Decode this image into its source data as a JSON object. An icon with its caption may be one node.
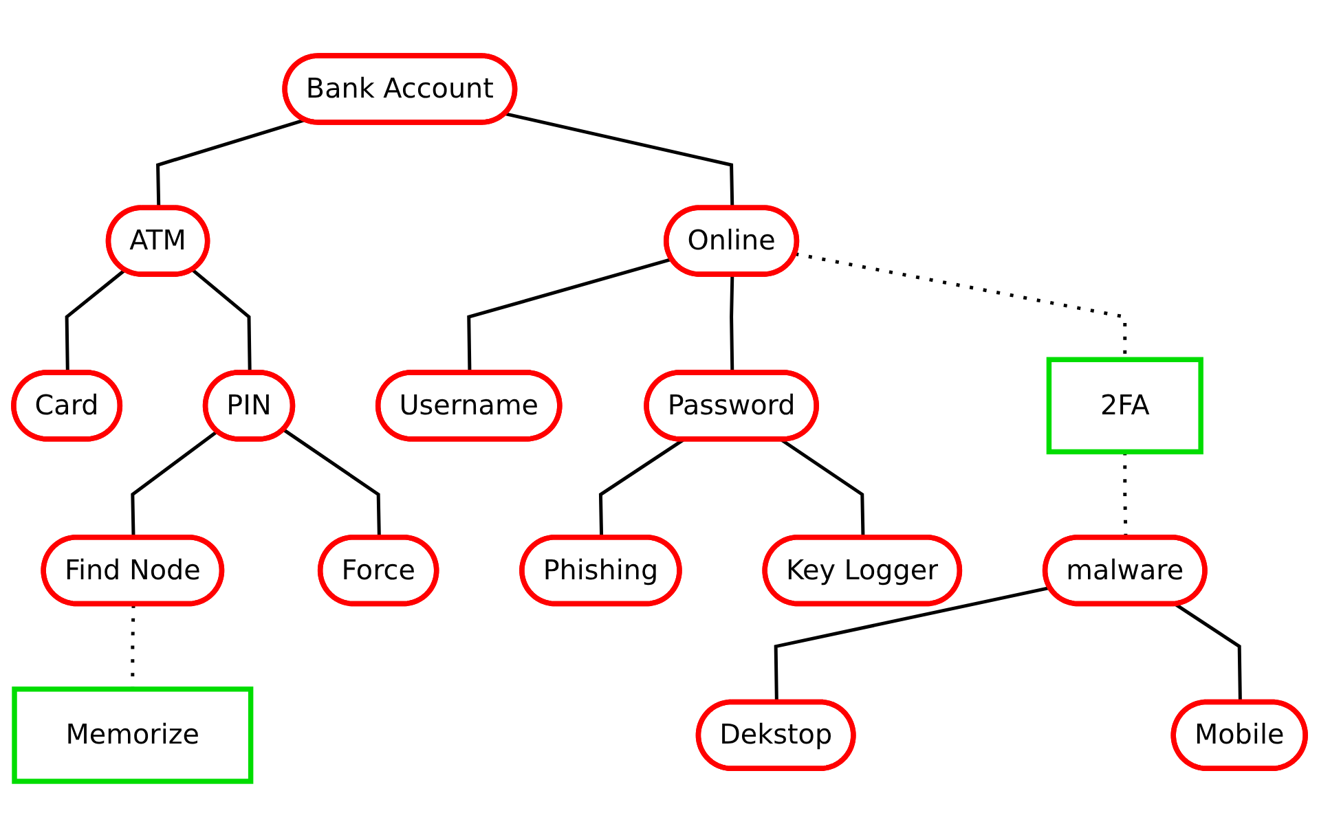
{
  "diagram": {
    "nodes": [
      {
        "text": [
          "Bank Account"
        ]
      },
      {
        "text": [
          "ATM"
        ]
      },
      {
        "text": [
          "Online"
        ]
      },
      {
        "text": [
          "Card"
        ]
      },
      {
        "text": [
          "PIN"
        ]
      },
      {
        "text": [
          "Username"
        ]
      },
      {
        "text": [
          "Password"
        ]
      },
      {
        "text": [
          "2FA"
        ]
      },
      {
        "text": [
          "Find Node"
        ]
      },
      {
        "text": [
          "Force"
        ]
      },
      {
        "text": [
          "Phishing"
        ]
      },
      {
        "text": [
          "Key Logger"
        ]
      },
      {
        "text": [
          "malware"
        ]
      },
      {
        "text": [
          "Memorize"
        ]
      },
      {
        "text": [
          "Dekstop"
        ]
      },
      {
        "text": [
          "Mobile"
        ]
      }
    ],
    "edges": [
      {
        "from": 0,
        "to": 1,
        "arrow": "none"
      },
      {
        "from": 0,
        "to": 2,
        "arrow": "none"
      },
      {
        "from": 1,
        "to": 3,
        "arrow": "none"
      },
      {
        "from": 1,
        "to": 4,
        "arrow": "none"
      },
      {
        "from": 2,
        "to": 5,
        "arrow": "none"
      },
      {
        "from": 2,
        "to": 6,
        "arrow": "none"
      },
      {
        "from": 2,
        "to": 7,
        "arrow": "none",
        "style": "dashed"
      },
      {
        "from": 4,
        "to": 8,
        "arrow": "none"
      },
      {
        "from": 4,
        "to": 9,
        "arrow": "none"
      },
      {
        "from": 6,
        "to": 10,
        "arrow": "none"
      },
      {
        "from": 6,
        "to": 11,
        "arrow": "none"
      },
      {
        "from": 7,
        "to": 12,
        "arrow": "none",
        "style": "dashed"
      },
      {
        "from": 8,
        "to": 13,
        "arrow": "none",
        "style": "dashed"
      },
      {
        "from": 12,
        "to": 14,
        "arrow": "none"
      },
      {
        "from": 12,
        "to": 15,
        "arrow": "none"
      }
    ]
  }
}
